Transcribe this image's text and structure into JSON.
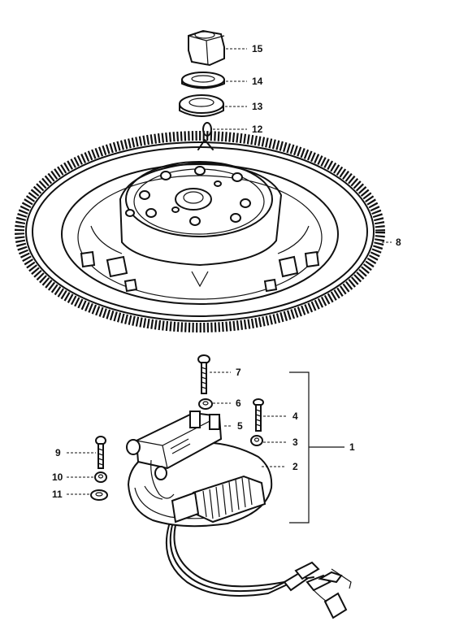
{
  "diagram": {
    "callouts": [
      {
        "id": "15",
        "label": "15"
      },
      {
        "id": "14",
        "label": "14"
      },
      {
        "id": "13",
        "label": "13"
      },
      {
        "id": "12",
        "label": "12"
      },
      {
        "id": "8",
        "label": "8"
      },
      {
        "id": "7",
        "label": "7"
      },
      {
        "id": "6",
        "label": "6"
      },
      {
        "id": "5",
        "label": "5"
      },
      {
        "id": "4",
        "label": "4"
      },
      {
        "id": "3",
        "label": "3"
      },
      {
        "id": "2",
        "label": "2"
      },
      {
        "id": "1",
        "label": "1"
      },
      {
        "id": "9",
        "label": "9"
      },
      {
        "id": "10",
        "label": "10"
      },
      {
        "id": "11",
        "label": "11"
      }
    ],
    "colors": {
      "ink": "#111111",
      "paper": "#ffffff"
    }
  }
}
